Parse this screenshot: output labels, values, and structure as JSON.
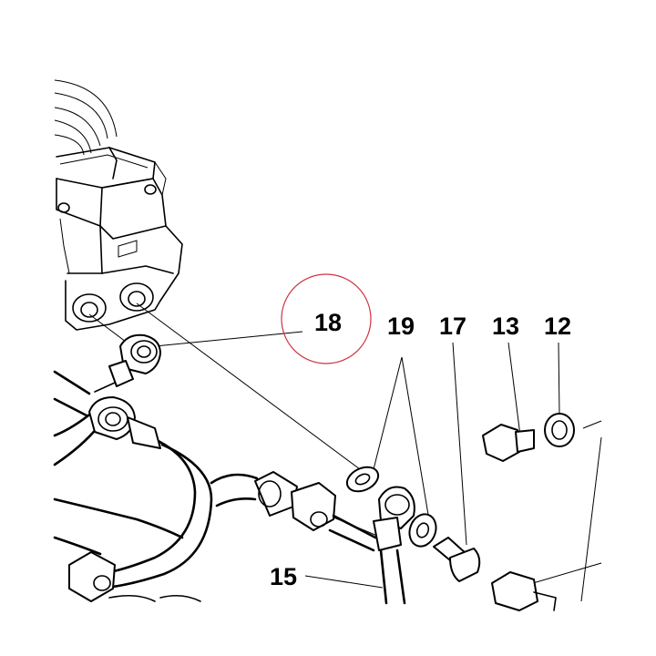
{
  "callouts": {
    "c18": "18",
    "c19": "19",
    "c17": "17",
    "c13": "13",
    "c12": "12",
    "c15": "15"
  },
  "highlight": {
    "color": "#cc3344",
    "target": "18"
  },
  "colors": {
    "ink": "#000000",
    "paper": "#ffffff"
  }
}
